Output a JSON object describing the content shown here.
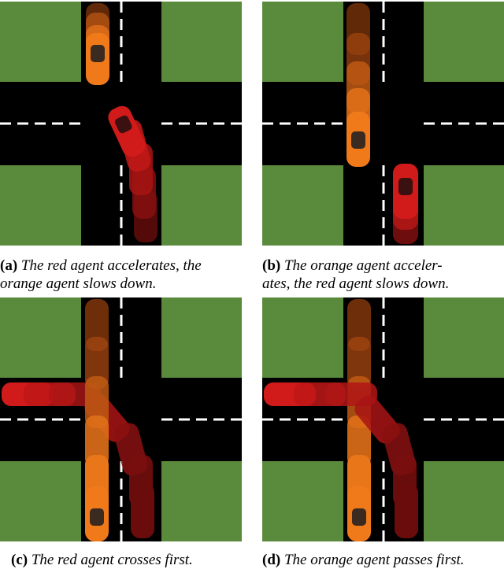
{
  "figure": {
    "panels": [
      {
        "id": "a",
        "tag": "(a)",
        "line1": "The red agent accelerates, the",
        "line2": "orange agent slows down."
      },
      {
        "id": "b",
        "tag": "(b)",
        "line1": "The orange agent acceler-",
        "line2": "ates, the red agent slows down."
      },
      {
        "id": "c",
        "tag": "(c)",
        "line1": "The red agent crosses first.",
        "line2": ""
      },
      {
        "id": "d",
        "tag": "(d)",
        "line1": "The orange agent passes first.",
        "line2": ""
      }
    ],
    "colors": {
      "grass": "#5a8a3c",
      "road": "#000000",
      "lane_marking": "#ffffff",
      "red_agent": "#d11a1a",
      "orange_agent": "#f07a1a"
    }
  }
}
